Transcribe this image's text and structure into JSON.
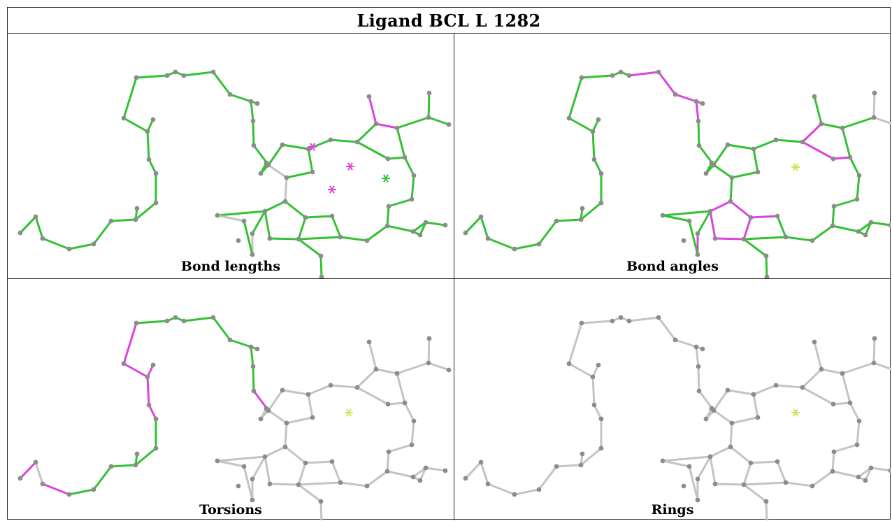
{
  "title": "Ligand BCL L 1282",
  "panels": [
    {
      "id": "bond-lengths",
      "caption": "Bond lengths"
    },
    {
      "id": "bond-angles",
      "caption": "Bond angles"
    },
    {
      "id": "torsions",
      "caption": "Torsions"
    },
    {
      "id": "rings",
      "caption": "Rings"
    }
  ],
  "colors": {
    "ok": "#33c233",
    "outlier": "#dd44dd",
    "neutral": "#c4c4c4",
    "atom": "#8c8c8c",
    "star_yellow": "#d8e05a"
  }
}
